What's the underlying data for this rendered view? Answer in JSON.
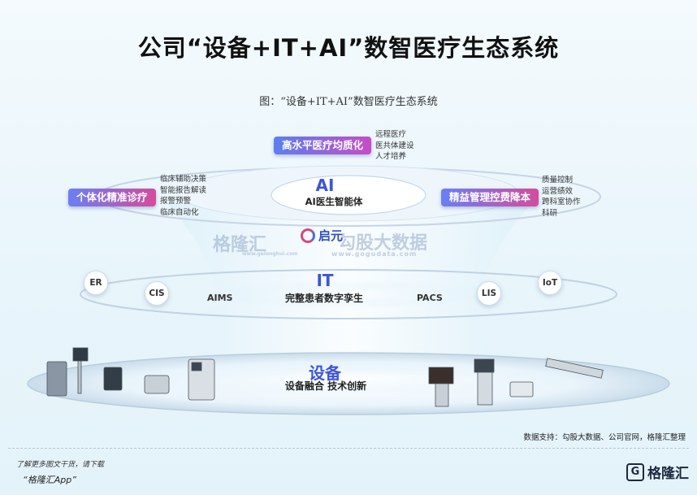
{
  "title": "公司“设备+IT+AI”数智医疗生态系统",
  "caption": "图：“设备+IT+AI”数智医疗生态系统",
  "ai_layer": {
    "head": "AI",
    "sub": "AI医生智能体",
    "top": {
      "label": "高水平医疗均质化",
      "notes": [
        "远程医疗",
        "医共体建设",
        "人才培养"
      ]
    },
    "left": {
      "label": "个体化精准诊疗",
      "notes": [
        "临床辅助决策",
        "智能报告解读",
        "报警预警",
        "临床自动化"
      ]
    },
    "right": {
      "label": "精益管理控费降本",
      "notes": [
        "质量控制",
        "运营绩效",
        "跨科室协作",
        "科研"
      ]
    }
  },
  "center_logo": {
    "text": "启元"
  },
  "it_layer": {
    "head": "IT",
    "sub": "完整患者数字孪生",
    "systems": [
      "ER",
      "CIS",
      "AIMS",
      "PACS",
      "LIS",
      "IoT"
    ]
  },
  "device_layer": {
    "head": "设备",
    "sub": "设备融合 技术创新"
  },
  "watermark": {
    "brand": "格隆汇",
    "brand_url": "www.gelonghui.com",
    "wm2": "勾股大数据",
    "wm2_url": "www.gogudata.com"
  },
  "source": "数据支持：勾股大数据、公司官网，格隆汇整理",
  "footer": {
    "note": "了解更多图文干货，请下载",
    "app": "“格隆汇App”"
  },
  "bottom_brand": {
    "glyph": "G",
    "name": "格隆汇"
  }
}
